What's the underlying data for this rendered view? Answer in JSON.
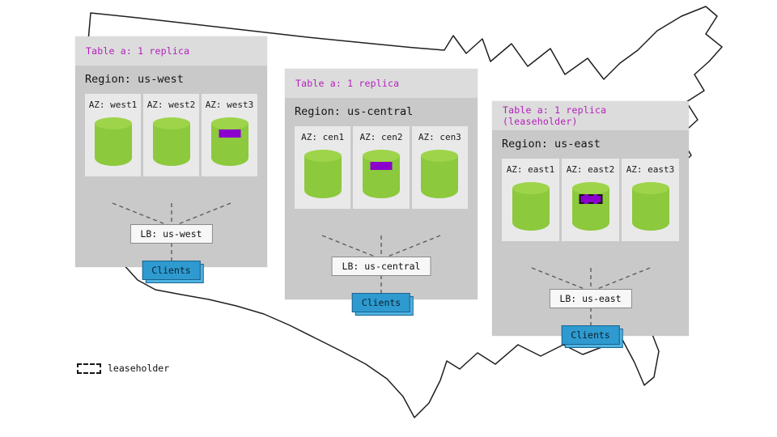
{
  "legend": {
    "label": "leaseholder"
  },
  "regions": [
    {
      "id": "us-west",
      "table_label": "Table a: 1 replica",
      "region_label": "Region: us-west",
      "azs": [
        {
          "label": "AZ: west1",
          "has_replica": false,
          "leaseholder": false
        },
        {
          "label": "AZ: west2",
          "has_replica": false,
          "leaseholder": false
        },
        {
          "label": "AZ: west3",
          "has_replica": true,
          "leaseholder": false
        }
      ],
      "lb_label": "LB: us-west",
      "clients_label": "Clients"
    },
    {
      "id": "us-central",
      "table_label": "Table a: 1 replica",
      "region_label": "Region: us-central",
      "azs": [
        {
          "label": "AZ: cen1",
          "has_replica": false,
          "leaseholder": false
        },
        {
          "label": "AZ: cen2",
          "has_replica": true,
          "leaseholder": false
        },
        {
          "label": "AZ: cen3",
          "has_replica": false,
          "leaseholder": false
        }
      ],
      "lb_label": "LB: us-central",
      "clients_label": "Clients"
    },
    {
      "id": "us-east",
      "table_label": "Table a: 1 replica (leaseholder)",
      "region_label": "Region: us-east",
      "azs": [
        {
          "label": "AZ: east1",
          "has_replica": false,
          "leaseholder": false
        },
        {
          "label": "AZ: east2",
          "has_replica": true,
          "leaseholder": true
        },
        {
          "label": "AZ: east3",
          "has_replica": false,
          "leaseholder": false
        }
      ],
      "lb_label": "LB: us-east",
      "clients_label": "Clients"
    }
  ],
  "colors": {
    "table_label_text": "#b31fbb",
    "replica_chip": "#8a00cc",
    "cylinder_green": "#8cc93c",
    "cylinder_top_green": "#9ed44a",
    "clients_blue": "#2e9ad0",
    "panel_bg": "#dcdcdc",
    "region_bg": "#c9c9c9",
    "az_bg": "#e9e9e9",
    "map_outline": "#1f1f1f"
  }
}
